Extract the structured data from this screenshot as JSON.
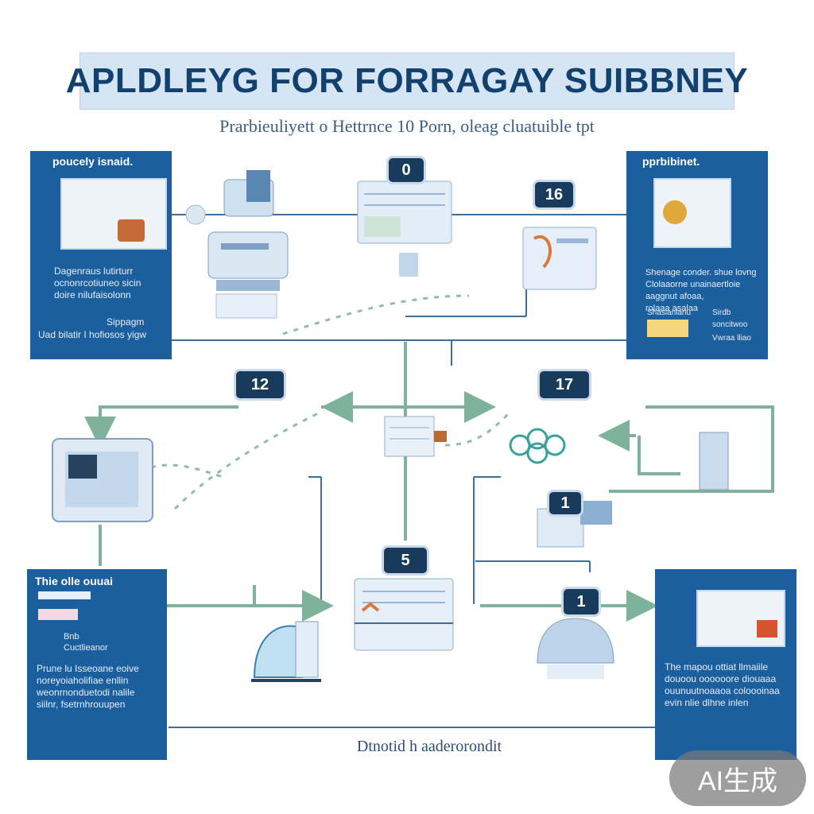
{
  "title": "APLDLEYG FOR FORRAGAY SUIBBNEY",
  "subtitle": "Prarbieuliyett o Hettrnce 10 Porn, oleag cluatuible tpt",
  "footer": "Dtnotid h aaderorondit",
  "watermark": "AI生成",
  "panels": {
    "top_left": {
      "header": "poucely isnaid.",
      "text": "Dagenraus lutirturr\nocnonrcotiuneo sicin\ndoire nilufaisolonn",
      "label_right": "Sippagm",
      "footer": "Uad bilatir I hofiosos yigw"
    },
    "top_right": {
      "header": "pprbibinet.",
      "text": "Shenage conder. shue lovng\nClolaaorne unainaertloie\naaggnut afoaa,\nrolaaa asalaa",
      "col_left": "Shaslanlanu",
      "col_right_1": "Sirdb\nsoncitwoo",
      "col_right_2": "Vwraa lliao"
    },
    "bottom_left": {
      "header": "Thie olle ouuai",
      "label_1": "Bnb",
      "label_2": "Cuctlieanor",
      "text": "Prune lu Isseoane eoive\nnoreyoiaholifiae enllin\nweonrnonduetodi nalile\nsiilnr, fsetrnhrouupen"
    },
    "bottom_right": {
      "text": "The mapou ottiat llmaiile\ndouoou oooooore diouaaa\nouunuutnoaaoa coloooinaa\nevin nlie dlhne inlen"
    }
  },
  "badges": {
    "top_center": "0",
    "top_right": "16",
    "mid_left": "12",
    "mid_right": "17",
    "right_small": "1",
    "bottom_center": "5",
    "bottom_right": "1"
  },
  "colors": {
    "panel_blue": "#1c5f9e",
    "connector_green": "#7fb29a",
    "connector_blue": "#3d6f9e",
    "badge_dark": "#183b5c"
  },
  "icons": [
    "robot-arm-icon",
    "server-icon",
    "monitor-icon",
    "dashboard-icon",
    "tablet-icon",
    "document-icon",
    "cloud-icon",
    "mesh-device-icon",
    "helmet-device-icon",
    "printer-icon"
  ]
}
